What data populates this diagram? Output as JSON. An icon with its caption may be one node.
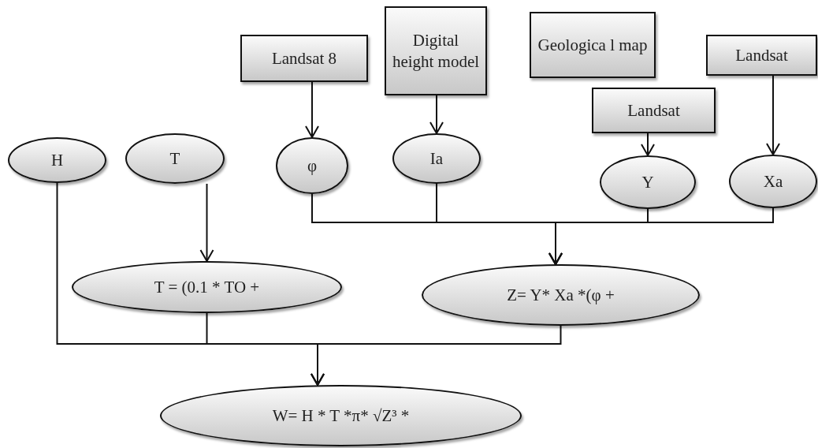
{
  "diagram": {
    "nodes": [
      {
        "text": [
          "Landsat 8"
        ]
      },
      {
        "text": [
          "Digital height model"
        ]
      },
      {
        "text": [
          "Geologica l map"
        ]
      },
      {
        "text": [
          "Landsat"
        ]
      },
      {
        "text": [
          "Landsat"
        ]
      },
      {
        "text": [
          "H"
        ]
      },
      {
        "text": [
          "T"
        ]
      },
      {
        "text": [
          "φ"
        ]
      },
      {
        "text": [
          "Ia"
        ]
      },
      {
        "text": [
          "Y"
        ]
      },
      {
        "text": [
          "Xa"
        ]
      },
      {
        "text": [
          "T = (0.1 * TO +"
        ]
      },
      {
        "text": [
          "Z= Y* Xa *(φ +"
        ]
      },
      {
        "text": [
          "W= H * T *π* √Z³ *"
        ]
      }
    ],
    "edges": [
      {
        "from": 0,
        "to": 7,
        "arrow": "to"
      },
      {
        "from": 1,
        "to": 8,
        "arrow": "to"
      },
      {
        "from": 4,
        "to": 9,
        "arrow": "to"
      },
      {
        "from": 3,
        "to": 10,
        "arrow": "to"
      },
      {
        "from": 6,
        "to": 11,
        "arrow": "to"
      },
      {
        "from": 7,
        "to": 12,
        "arrow": "to"
      },
      {
        "from": 8,
        "to": 12,
        "arrow": "to"
      },
      {
        "from": 9,
        "to": 12,
        "arrow": "to"
      },
      {
        "from": 10,
        "to": 12,
        "arrow": "to"
      },
      {
        "from": 5,
        "to": 13,
        "arrow": "to"
      },
      {
        "from": 11,
        "to": 13,
        "arrow": "to"
      },
      {
        "from": 12,
        "to": 13,
        "arrow": "to"
      }
    ]
  }
}
